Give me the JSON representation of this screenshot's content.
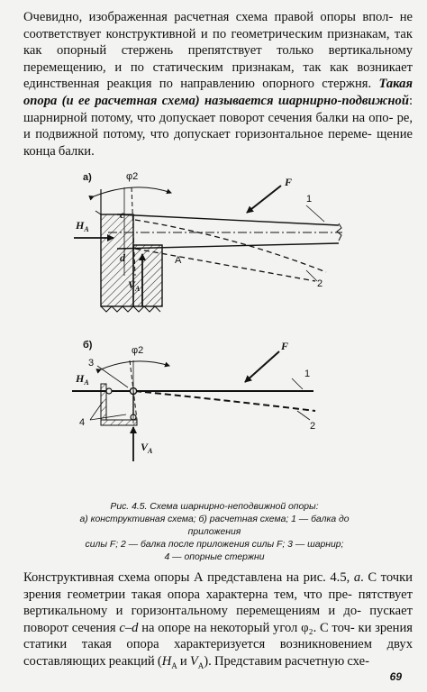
{
  "paragraph1": {
    "lead": "Очевидно, изображенная расчетная схема правой опоры впол- не соответствует конструктивной и по геометрическим признакам, так как опорный стержень препятствует только вертикальному перемещению, и по статическим признакам, так как возникает единственная реакция по направлению опорного стержня.",
    "emphasis": "Такая опора (и ее расчетная схема) называется шарнирно-подвижной",
    "tail": ": шарнирной потому, что допускает поворот сечения балки на опо- ре, и подвижной потому, что допускает горизонтальное переме- щение конца балки."
  },
  "figure_a": {
    "label": "а)",
    "phi": "φ2",
    "force": "F",
    "HA_main": "H",
    "HA_sub": "A",
    "VA_main": "V",
    "VA_sub": "A",
    "c": "c",
    "d": "d",
    "A": "A",
    "n1": "1",
    "n2": "2"
  },
  "figure_b": {
    "label": "б)",
    "phi": "φ2",
    "force": "F",
    "HA_main": "H",
    "HA_sub": "A",
    "VA_main": "V",
    "VA_sub": "A",
    "n1": "1",
    "n2": "2",
    "n3": "3",
    "n4": "4"
  },
  "caption": {
    "line1": "Рис. 4.5. Схема шарнирно-неподвижной опоры:",
    "line2": "а) конструктивная схема; б) расчетная схема; 1 — балка до приложения",
    "line3": "силы F; 2 — балка после приложения силы F; 3 — шарнир;",
    "line4": "4 — опорные стержни"
  },
  "paragraph2": {
    "text1": "Конструктивная схема опоры А представлена на рис. 4.5, ",
    "text1_ital": "а",
    "text2": ". С точки зрения геометрии такая опора характерна тем, что пре- пятствует вертикальному и горизонтальному перемещениям и до- пускает поворот сечения ",
    "cd": "c–d",
    "text3": " на опоре на некоторый угол φ₂. С точ- ки зрения статики такая опора характеризуется возникновением двух составляющих реакций (",
    "HA": "H",
    "HA_sub": "A",
    "and": " и ",
    "VA": "V",
    "VA_sub": "A",
    "text4": "). Представим расчетную схе-"
  },
  "page_number": "69"
}
